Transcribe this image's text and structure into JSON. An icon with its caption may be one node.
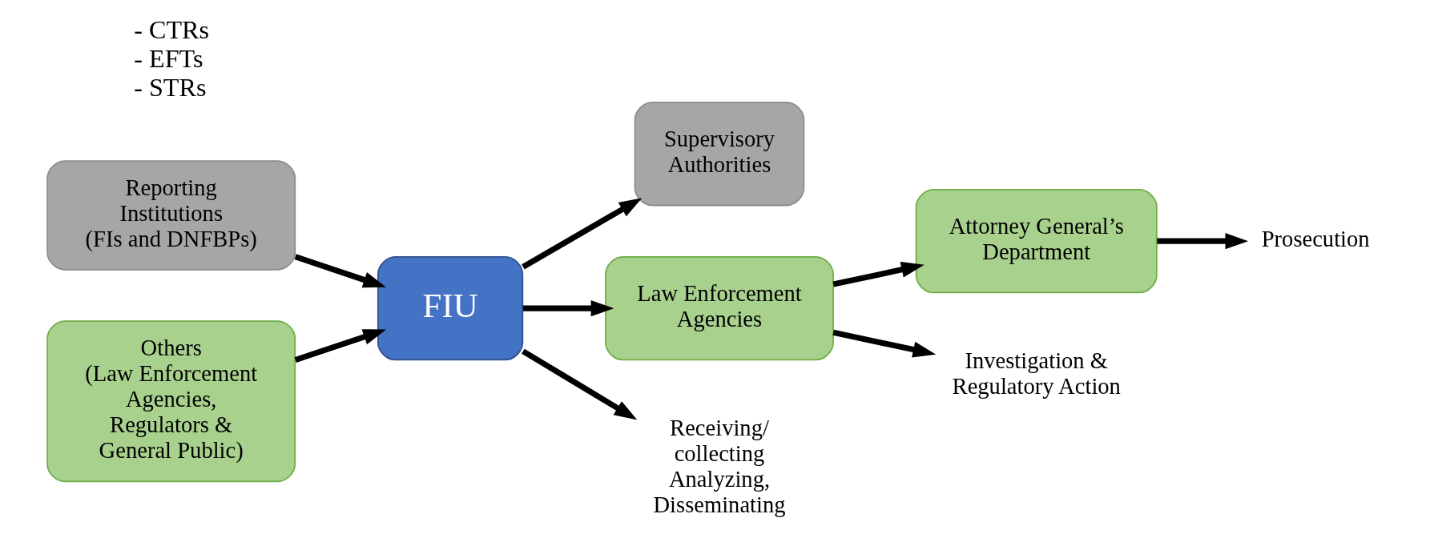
{
  "diagram": {
    "nodes": [
      {
        "text": [
          "Reporting Institutions",
          "(FIs and DNFBPs)"
        ]
      },
      {
        "text": [
          "Others",
          "(Law Enforcement Agencies, Regulators & General Public)"
        ]
      },
      {
        "text": [
          "FIU"
        ]
      },
      {
        "text": [
          "Supervisory Authorities"
        ]
      },
      {
        "text": [
          "Law Enforcement Agencies"
        ]
      },
      {
        "text": [
          "Attorney General’s Department"
        ]
      },
      {
        "text": [
          "Receiving/ collecting Analyzing, Disseminating"
        ]
      },
      {
        "text": [
          "Investigation & Regulatory Action"
        ]
      },
      {
        "text": [
          "Prosecution"
        ]
      }
    ],
    "edges": [
      {
        "from": 0,
        "to": 2,
        "arrow": "to"
      },
      {
        "from": 1,
        "to": 2,
        "arrow": "to"
      },
      {
        "from": 2,
        "to": 3,
        "arrow": "to"
      },
      {
        "from": 2,
        "to": 4,
        "arrow": "to"
      },
      {
        "from": 4,
        "to": 5,
        "arrow": "to"
      },
      {
        "from": 2,
        "to": 6,
        "arrow": "to"
      },
      {
        "from": 4,
        "to": 7,
        "arrow": "to"
      },
      {
        "from": 5,
        "to": 8,
        "arrow": "to"
      }
    ],
    "labels": [
      "- CTRs",
      "- EFTs",
      "- STRs"
    ]
  }
}
